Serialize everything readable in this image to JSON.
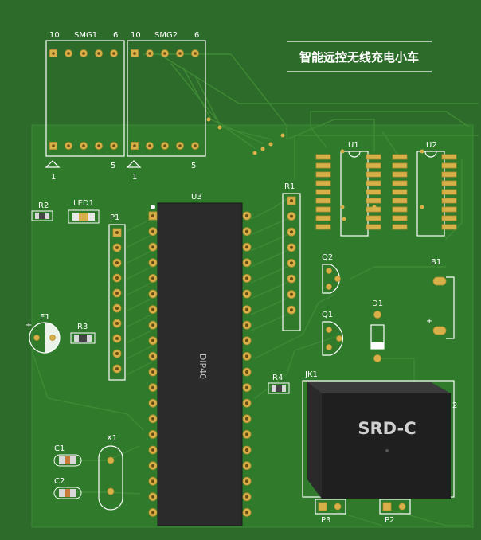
{
  "board": {
    "title": "智能远控无线充电小车"
  },
  "components": {
    "smg1": {
      "name": "SMG1",
      "pin_top_left": "10",
      "pin_top_right": "6",
      "pin_bottom_left": "1",
      "pin_bottom_right": "5"
    },
    "smg2": {
      "name": "SMG2",
      "pin_top_left": "10",
      "pin_top_right": "6",
      "pin_bottom_left": "1",
      "pin_bottom_right": "5"
    },
    "u1": "U1",
    "u2": "U2",
    "u3": "U3",
    "dip40": "DIP40",
    "r1": "R1",
    "r2": "R2",
    "r3": "R3",
    "r4": "R4",
    "led1": "LED1",
    "p1": "P1",
    "p2": "P2",
    "p3": "P3",
    "q1": "Q1",
    "q2": "Q2",
    "d1": "D1",
    "b1": "B1",
    "e1": "E1",
    "e1_plus": "+",
    "b1_plus": "+",
    "x1": "X1",
    "c1": "C1",
    "c2": "C2",
    "jk1": "JK1",
    "relay_label": "SRD-C",
    "relay_pin": "2"
  },
  "colors": {
    "board": "#2f7a2b",
    "background": "#2d6b2a",
    "pad": "#d8b04a",
    "silk": "#ffffff",
    "relay": "#2a2a2a"
  }
}
